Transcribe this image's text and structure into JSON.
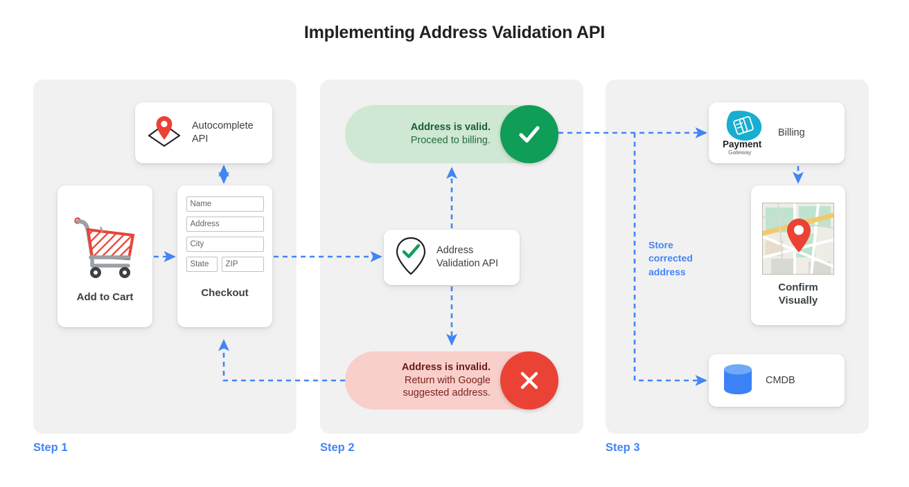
{
  "page": {
    "title": "Implementing Address Validation API",
    "accent_blue": "#4285F4",
    "panel_bg": "#F1F1F1",
    "green": "#0F9D58",
    "red": "#EA4335"
  },
  "steps": [
    {
      "label": "Step 1"
    },
    {
      "label": "Step 2"
    },
    {
      "label": "Step 3"
    }
  ],
  "step1": {
    "autocomplete": {
      "label": "Autocomplete\nAPI",
      "icon": "map-pin-diamond-icon"
    },
    "cart": {
      "caption": "Add to Cart",
      "icon": "shopping-cart-icon"
    },
    "checkout": {
      "caption": "Checkout",
      "fields": [
        {
          "name": "name",
          "placeholder": "Name"
        },
        {
          "name": "address",
          "placeholder": "Address"
        },
        {
          "name": "city",
          "placeholder": "City"
        },
        {
          "name": "state",
          "placeholder": "State"
        },
        {
          "name": "zip",
          "placeholder": "ZIP"
        }
      ]
    }
  },
  "step2": {
    "valid": {
      "line1": "Address is valid.",
      "line2": "Proceed to billing.",
      "badge_icon": "check-icon",
      "bg": "#CEE8D3",
      "badge_color": "#0F9D58"
    },
    "validation_api": {
      "label": "Address\nValidation API",
      "icon": "pin-check-icon"
    },
    "invalid": {
      "line1": "Address is invalid.",
      "line2": "Return with Google",
      "line3": "suggested address.",
      "badge_icon": "close-icon",
      "bg": "#F8CFCB",
      "badge_color": "#EA4335"
    }
  },
  "step3": {
    "billing": {
      "label": "Billing",
      "logo_primary": "Payment",
      "logo_secondary": "Gateway",
      "icon": "payment-gateway-icon"
    },
    "map": {
      "caption": "Confirm\nVisually",
      "icon": "map-thumbnail-icon"
    },
    "cmdb": {
      "label": "CMDB",
      "icon": "database-icon"
    },
    "annotation": "Store\ncorrected\naddress"
  }
}
